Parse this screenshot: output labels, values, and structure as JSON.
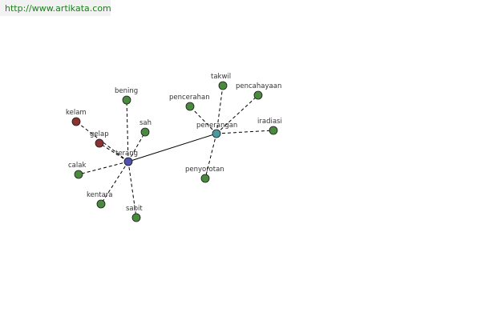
{
  "source_url": "http://www.artikata.com",
  "colors": {
    "center_word": "#5050b0",
    "hub": "#4a9aa0",
    "synonym": "#4a8a3e",
    "antonym": "#8b3232",
    "solid_edge": "#000000",
    "dashed_edge": "#000000"
  },
  "graph": {
    "nodes": [
      {
        "id": "terang",
        "label": "terang",
        "kind": "center_word"
      },
      {
        "id": "penerangan",
        "label": "penerangan",
        "kind": "hub"
      },
      {
        "id": "bening",
        "label": "bening",
        "kind": "synonym"
      },
      {
        "id": "sah",
        "label": "sah",
        "kind": "synonym"
      },
      {
        "id": "kelam",
        "label": "kelam",
        "kind": "antonym"
      },
      {
        "id": "gelap",
        "label": "gelap",
        "kind": "antonym"
      },
      {
        "id": "calak",
        "label": "calak",
        "kind": "synonym"
      },
      {
        "id": "kentara",
        "label": "kentara",
        "kind": "synonym"
      },
      {
        "id": "sabit",
        "label": "sabit",
        "kind": "synonym"
      },
      {
        "id": "takwil",
        "label": "takwil",
        "kind": "synonym"
      },
      {
        "id": "pencerahan",
        "label": "pencerahan",
        "kind": "synonym"
      },
      {
        "id": "pencahayaan",
        "label": "pencahayaan",
        "kind": "synonym"
      },
      {
        "id": "iradiasi",
        "label": "iradiasi",
        "kind": "synonym"
      },
      {
        "id": "penyorotan",
        "label": "penyorotan",
        "kind": "synonym"
      }
    ],
    "edges": [
      {
        "from": "terang",
        "to": "penerangan",
        "style": "solid"
      },
      {
        "from": "terang",
        "to": "bening",
        "style": "dashed"
      },
      {
        "from": "terang",
        "to": "sah",
        "style": "dashed"
      },
      {
        "from": "terang",
        "to": "kelam",
        "style": "dashed"
      },
      {
        "from": "terang",
        "to": "gelap",
        "style": "dashed"
      },
      {
        "from": "terang",
        "to": "calak",
        "style": "dashed"
      },
      {
        "from": "terang",
        "to": "kentara",
        "style": "dashed"
      },
      {
        "from": "terang",
        "to": "sabit",
        "style": "dashed"
      },
      {
        "from": "penerangan",
        "to": "takwil",
        "style": "dashed"
      },
      {
        "from": "penerangan",
        "to": "pencerahan",
        "style": "dashed"
      },
      {
        "from": "penerangan",
        "to": "pencahayaan",
        "style": "dashed"
      },
      {
        "from": "penerangan",
        "to": "iradiasi",
        "style": "dashed"
      },
      {
        "from": "penerangan",
        "to": "penyorotan",
        "style": "dashed"
      }
    ]
  }
}
